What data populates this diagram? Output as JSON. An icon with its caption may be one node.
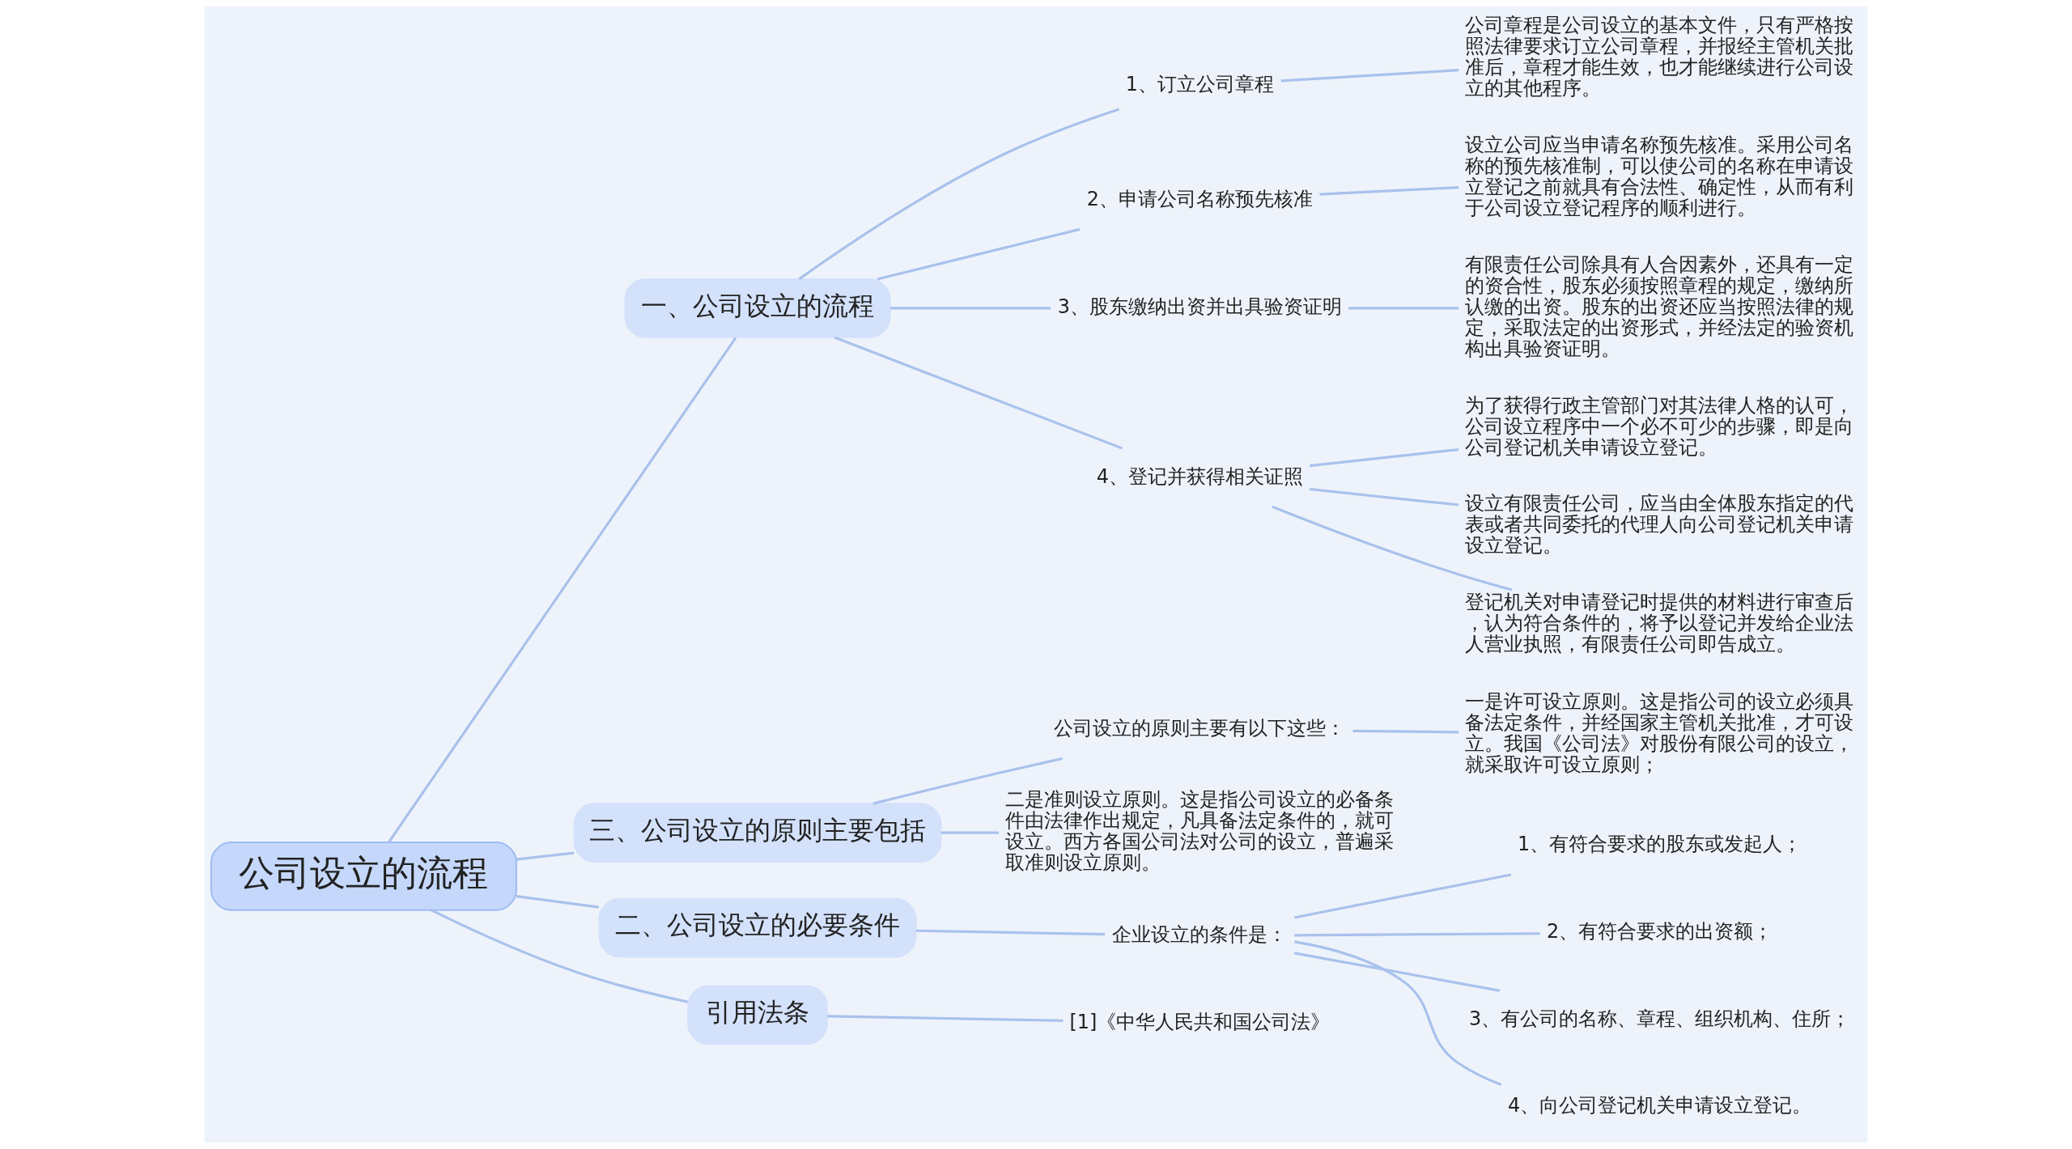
{
  "diagram": {
    "nodes": [
      {
        "text": [
          "公司设立的流程"
        ]
      },
      {
        "text": [
          "一、公司设立的流程"
        ]
      },
      {
        "text": [
          "1、订立公司章程"
        ]
      },
      {
        "text": [
          "公司章程是公司设立的基本文件，只有严格按照法律要求订立公司章程，并报经主管机关批准后，章程才能生效，也才能继续进行公司设立的其他程序。"
        ]
      },
      {
        "text": [
          "2、申请公司名称预先核准"
        ]
      },
      {
        "text": [
          "设立公司应当申请名称预先核准。采用公司名称的预先核准制，可以使公司的名称在申请设立登记之前就具有合法性、确定性，从而有利于公司设立登记程序的顺利进行。"
        ]
      },
      {
        "text": [
          "3、股东缴纳出资并出具验资证明"
        ]
      },
      {
        "text": [
          "有限责任公司除具有人合因素外，还具有一定的资合性，股东必须按照章程的规定，缴纳所认缴的出资。股东的出资还应当按照法律的规定，采取法定的出资形式，并经法定的验资机构出具验资证明。"
        ]
      },
      {
        "text": [
          "4、登记并获得相关证照"
        ]
      },
      {
        "text": [
          "为了获得行政主管部门对其法律人格的认可，公司设立程序中一个必不可少的步骤，即是向公司登记机关申请设立登记。"
        ]
      },
      {
        "text": [
          "设立有限责任公司，应当由全体股东指定的代表或者共同委托的代理人向公司登记机关申请设立登记。"
        ]
      },
      {
        "text": [
          "登记机关对申请登记时提供的材料进行审查后，认为符合条件的，将予以登记并发给企业法人营业执照，有限责任公司即告成立。"
        ]
      },
      {
        "text": [
          "三、公司设立的原则主要包括"
        ]
      },
      {
        "text": [
          "公司设立的原则主要有以下这些："
        ]
      },
      {
        "text": [
          "一是许可设立原则。这是指公司的设立必须具备法定条件，并经国家主管机关批准，才可设立。我国《公司法》对股份有限公司的设立，就采取许可设立原则；"
        ]
      },
      {
        "text": [
          "二是准则设立原则。这是指公司设立的必备条件由法律作出规定，凡具备法定条件的，就可设立。西方各国公司法对公司的设立，普遍采取准则设立原则。"
        ]
      },
      {
        "text": [
          "二、公司设立的必要条件"
        ]
      },
      {
        "text": [
          "企业设立的条件是："
        ]
      },
      {
        "text": [
          "1、有符合要求的股东或发起人；"
        ]
      },
      {
        "text": [
          "2、有符合要求的出资额；"
        ]
      },
      {
        "text": [
          "3、有公司的名称、章程、组织机构、住所；"
        ]
      },
      {
        "text": [
          "4、向公司登记机关申请设立登记。"
        ]
      },
      {
        "text": [
          "引用法条"
        ]
      },
      {
        "text": [
          "[1]《中华人民共和国公司法》"
        ]
      }
    ],
    "edges": [
      {
        "from": 0,
        "to": 1,
        "arrow": "none"
      },
      {
        "from": 1,
        "to": 2,
        "arrow": "none"
      },
      {
        "from": 2,
        "to": 3,
        "arrow": "none"
      },
      {
        "from": 1,
        "to": 4,
        "arrow": "none"
      },
      {
        "from": 4,
        "to": 5,
        "arrow": "none"
      },
      {
        "from": 1,
        "to": 6,
        "arrow": "none"
      },
      {
        "from": 6,
        "to": 7,
        "arrow": "none"
      },
      {
        "from": 1,
        "to": 8,
        "arrow": "none"
      },
      {
        "from": 8,
        "to": 9,
        "arrow": "none"
      },
      {
        "from": 8,
        "to": 10,
        "arrow": "none"
      },
      {
        "from": 8,
        "to": 11,
        "arrow": "none"
      },
      {
        "from": 0,
        "to": 12,
        "arrow": "none"
      },
      {
        "from": 12,
        "to": 13,
        "arrow": "none"
      },
      {
        "from": 13,
        "to": 14,
        "arrow": "none"
      },
      {
        "from": 12,
        "to": 15,
        "arrow": "none"
      },
      {
        "from": 0,
        "to": 16,
        "arrow": "none"
      },
      {
        "from": 16,
        "to": 17,
        "arrow": "none"
      },
      {
        "from": 17,
        "to": 18,
        "arrow": "none"
      },
      {
        "from": 17,
        "to": 19,
        "arrow": "none"
      },
      {
        "from": 17,
        "to": 20,
        "arrow": "none"
      },
      {
        "from": 17,
        "to": 21,
        "arrow": "none"
      },
      {
        "from": 0,
        "to": 22,
        "arrow": "none"
      },
      {
        "from": 22,
        "to": 23,
        "arrow": "none"
      }
    ]
  }
}
